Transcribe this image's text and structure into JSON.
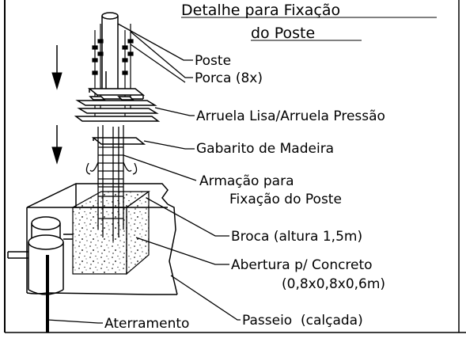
{
  "title": {
    "line1": "Detalhe para Fixação",
    "line2": "do Poste"
  },
  "labels": {
    "poste": "Poste",
    "porca": "Porca (8x)",
    "arruela": "Arruela Lisa/Arruela Pressão",
    "gabarito": "Gabarito de Madeira",
    "armacao_1": "Armação para",
    "armacao_2": "Fixação do Poste",
    "broca": "Broca (altura 1,5m)",
    "abertura_1": "Abertura p/ Concreto",
    "abertura_2": "(0,8x0,8x0,6m)",
    "passeio": "Passeio  (calçada)",
    "aterramento": "Aterramento"
  }
}
